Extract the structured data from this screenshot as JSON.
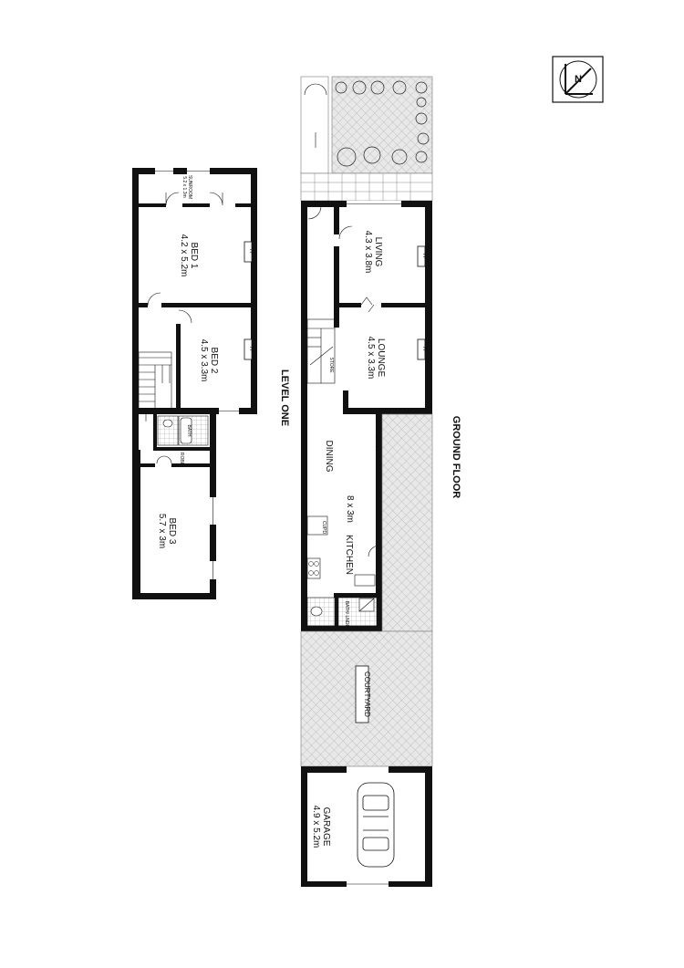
{
  "titles": {
    "level_one": "LEVEL ONE",
    "ground_floor": "GROUND FLOOR"
  },
  "level_one": {
    "sunroom": {
      "name": "SUNROOM",
      "size": "5.2 x 1.3m"
    },
    "bed1": {
      "name": "BED 1",
      "size": "4.2 x 5.2m"
    },
    "bed2": {
      "name": "BED 2",
      "size": "4.5 x 3.3m"
    },
    "bed3": {
      "name": "BED 3",
      "size": "5.7 x 3m"
    },
    "bath": "BATH",
    "robe": "ROBE",
    "fp1": "FP",
    "fp2": "FP"
  },
  "ground_floor": {
    "living": {
      "name": "LIVING",
      "size": "4.3 x 3.8m"
    },
    "lounge": {
      "name": "LOUNGE",
      "size": "4.5 x 3.3m"
    },
    "dining": "DINING",
    "kitchen": {
      "name": "KITCHEN",
      "size": "8 x 3m"
    },
    "store": "STORE",
    "cupd": "CUPD",
    "bath_lndry": "BATH/ LNDRY",
    "courtyard": "COURTYARD",
    "garage": {
      "name": "GARAGE",
      "size": "4.9 x 5.2m"
    },
    "fp1": "FP",
    "fp2": "FP"
  },
  "compass": {
    "icon": "north-arrow-icon",
    "letter": "N"
  },
  "colors": {
    "wall": "#111111",
    "paving": "#d9d9d9",
    "background": "#ffffff"
  }
}
